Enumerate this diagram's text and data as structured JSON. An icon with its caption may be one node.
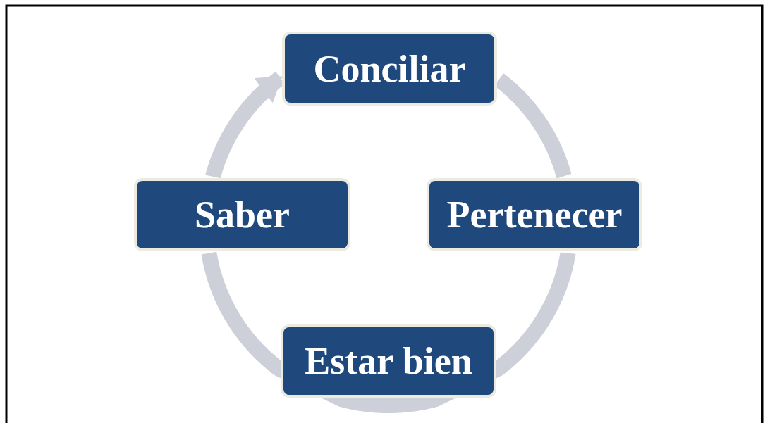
{
  "diagram": {
    "nodes": [
      {
        "text": [
          "Conciliar"
        ]
      },
      {
        "text": [
          "Pertenecer"
        ]
      },
      {
        "text": [
          "Estar bien"
        ]
      },
      {
        "text": [
          "Saber"
        ]
      }
    ],
    "edges": [
      {
        "from": 0,
        "to": 1,
        "arrow": "none"
      },
      {
        "from": 1,
        "to": 2,
        "arrow": "none"
      },
      {
        "from": 2,
        "to": 3,
        "arrow": "none"
      },
      {
        "from": 3,
        "to": 0,
        "arrow": "to"
      }
    ]
  }
}
